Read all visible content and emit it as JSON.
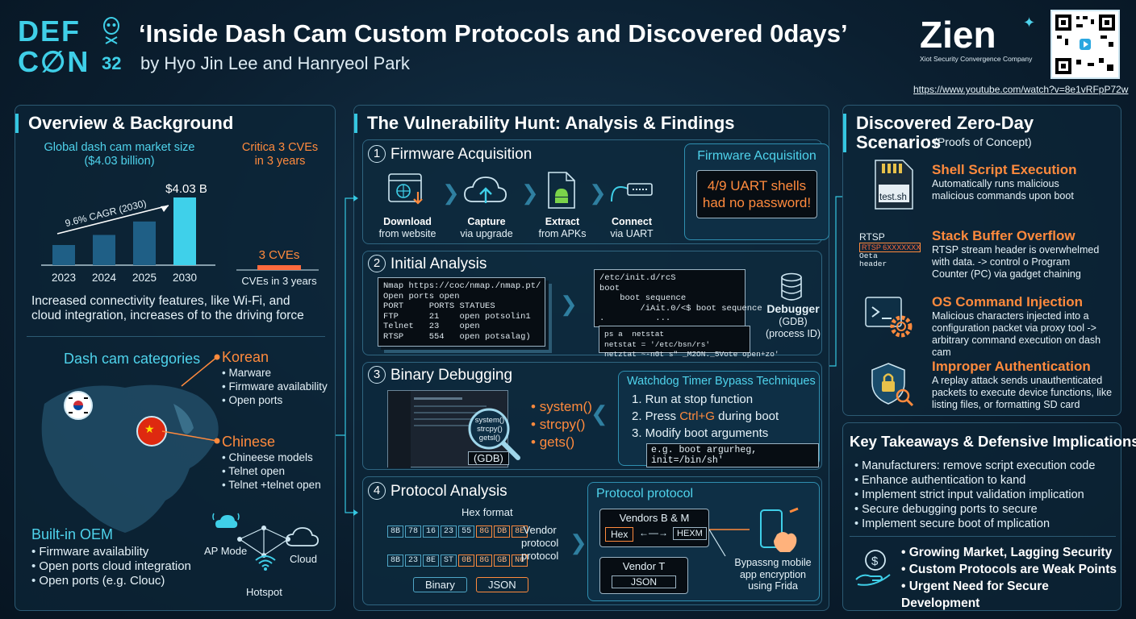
{
  "header": {
    "logo_def": "DEF",
    "logo_con": "C∅N",
    "logo_num": "32",
    "title": "‘Inside Dash Cam Custom Protocols and Discovered 0days’",
    "authors": "by Hyo Jin Lee and Hanryeol Park",
    "brand": "Zien",
    "brand_tagline": "Xiot Security Convergence Company",
    "url": "https://www.youtube.com/watch?v=8e1vRFpP72w"
  },
  "overview": {
    "title": "Overview & Background",
    "market_label": "Global dash cam market size\n($4.03 billion)",
    "cve_label": "Critica 3 CVEs\nin 3 years",
    "intro_text": "Increased connectivity features, like Wi-Fi, and cloud integration, increases of to the driving force",
    "categories_title": "Dash cam categories",
    "korean_title": "Korean",
    "korean_items": [
      "Marware",
      "Firmware availability",
      "Open ports"
    ],
    "chinese_title": "Chinese",
    "chinese_items": [
      "Chineese models",
      "Telnet open",
      "Telnet +telnet open"
    ],
    "oem_title": "Built-in OEM",
    "oem_items": [
      "Firmware availability",
      "Open ports cloud integration",
      "Open ports (e.g. Clouc)"
    ],
    "net_ap": "AP Mode",
    "net_cloud": "Cloud",
    "net_hotspot": "Hotspot"
  },
  "chart_data": [
    {
      "type": "bar",
      "categories": [
        "2023",
        "2024",
        "2025",
        "2030"
      ],
      "values": [
        1.2,
        1.8,
        2.6,
        4.03
      ],
      "data_labels": [
        "",
        "",
        "",
        "$4.03 B"
      ],
      "annotation": "9.6% CAGR (2030)",
      "colors": [
        "#1f5f86",
        "#1f5f86",
        "#1f5f86",
        "#3fd0ea"
      ]
    },
    {
      "type": "bar",
      "categories": [
        "CVEs in 3 years"
      ],
      "values": [
        3
      ],
      "data_labels": [
        "3 CVEs"
      ],
      "colors": [
        "#ff6a3d"
      ]
    }
  ],
  "hunt": {
    "title": "The Vulnerability Hunt: Analysis & Findings",
    "s1_num": "1",
    "s1_title": "Firmware Acquisition",
    "s1_steps": [
      {
        "bold": "Download",
        "rest": "from website"
      },
      {
        "bold": "Capture",
        "rest": "via upgrade"
      },
      {
        "bold": "Extract",
        "rest": "from APKs"
      },
      {
        "bold": "Connect",
        "rest": "via UART"
      }
    ],
    "s1_callout_title": "Firmware Acquisition",
    "s1_callout_text": "4/9 UART shells\nhad no password!",
    "s2_num": "2",
    "s2_title": "Initial Analysis",
    "s2_term1": "Nmap https://coc/nmap./nmap.pt/\nOpen ports open\nPORT     PORTS STATUES\nFTP      21    open potsolin1\nTelnet   23    open\nRTSP     554   open potsalag)",
    "s2_term2": "/etc/init.d/rcS\nboot\n    boot sequence\n        /iAit.0/<$ boot sequence\n.          ...\n.",
    "s2_term3": "ps a  netstat\nnetstat = '/etc/bsn/rs'\nnetztat ~-n0t s\" _M2ON._5Vote open+zo'",
    "s2_debugger_bold": "Debugger",
    "s2_debugger_rest": "(GDB)\n(process ID)",
    "s3_num": "3",
    "s3_title": "Binary Debugging",
    "s3_lens": "system()\nstrcpy()\ngetsl()",
    "s3_gdb": "(GDB)",
    "s3_funcs": [
      "system()",
      "strcpy()",
      "gets()"
    ],
    "s3_wd_title": "Watchdog Timer Bypass Techniques",
    "s3_wd_items": [
      "1. Run at stop function",
      "2. Press ",
      "3. Modify boot arguments"
    ],
    "s3_wd_key": "Ctrl+G",
    "s3_wd_key_rest": " during boot",
    "s3_wd_code": "e.g. boot argurheg, init=/bin/sh'",
    "s4_num": "4",
    "s4_title": "Protocol Analysis",
    "s4_hex_label": "Hex format",
    "s4_row1": [
      "8B",
      "78",
      "16",
      "23",
      "55",
      "8G",
      "DB",
      "8E"
    ],
    "s4_row2": [
      "8B",
      "23",
      "8E",
      "ST",
      "0B",
      "8G",
      "GB",
      "N6"
    ],
    "s4_vendor_label": "Vendor\nprotocol\nprotocol",
    "s4_binary": "Binary",
    "s4_json": "JSON",
    "s4_pp_title": "Protocol protocol",
    "s4_vbm": "Vendors B & M",
    "s4_hex": "Hex",
    "s4_hexm": "HEXM",
    "s4_vt": "Vendor T",
    "s4_json2": "JSON",
    "s4_bypass": "Bypassng mobile\napp encryption\nusing Frida"
  },
  "zeroday": {
    "title": "Discovered Zero-Day Scenarios",
    "subtitle": "(Proofs of Concept)",
    "card_text": "test.sh",
    "rtsp_label": "RTSP",
    "rtsp_bar": "RTSP 6XXXXXXX",
    "rtsp_sub": "Oeta\nheader",
    "items": [
      {
        "title": "Shell Script Execution",
        "desc": "Automatically runs malicious\nmalicious commands upon boot"
      },
      {
        "title": "Stack Buffer Overflow",
        "desc": "RTSP stream header is overwhelmed\nwith data. -> control o Program\nCounter (PC) via gadget chaining"
      },
      {
        "title": "OS Command Injection",
        "desc": "Malicious characters injected into a\nconfiguration packet via proxy tool ->\narbitrary command execution on dash cam"
      },
      {
        "title": "Improper Authentication",
        "desc": "A replay attack sends unauthenticated\npackets to execute device functions, like\nlisting files, or formatting SD card"
      }
    ]
  },
  "takeaways": {
    "title": "Key Takeaways & Defensive Implications",
    "items": [
      "Manufacturers: remove script execution code",
      "Enhance authentication to kand",
      "Implement strict input validation implication",
      "Secure debugging ports to secure",
      "Implement secure boot of mplication"
    ],
    "highlights": [
      "Growing Market, Lagging Security",
      "Custom Protocols are Weak Points",
      "Urgent Need for Secure Development"
    ]
  }
}
